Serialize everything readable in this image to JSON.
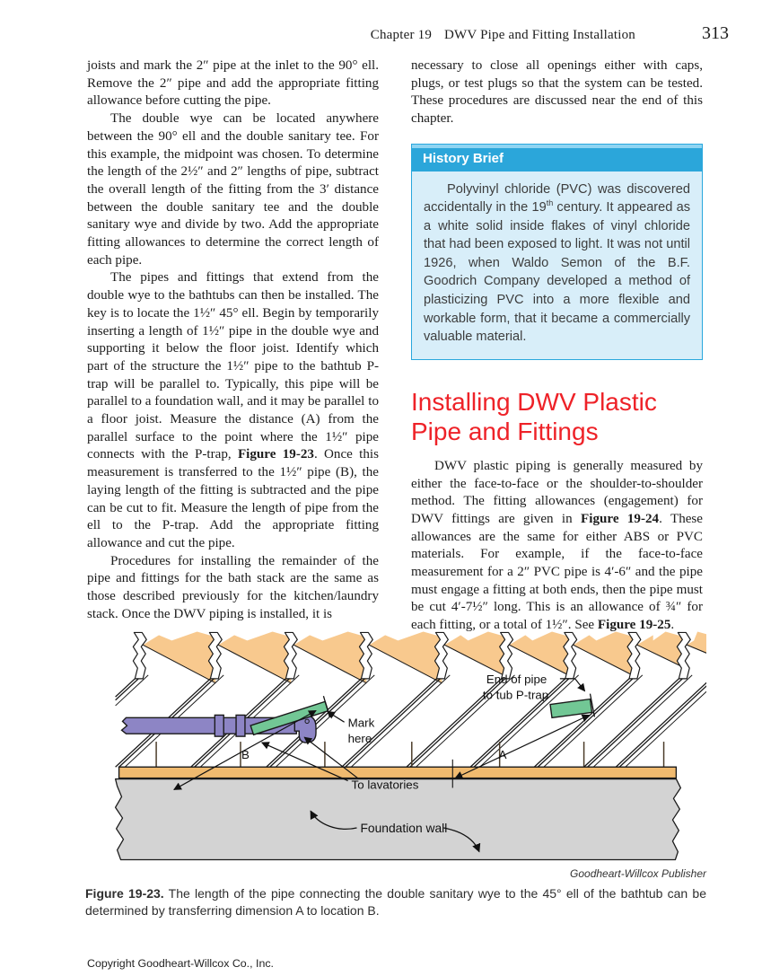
{
  "header": {
    "chapter_label": "Chapter 19",
    "chapter_title": "DWV Pipe and Fitting Installation",
    "page_number": "313"
  },
  "left_column": {
    "p1": "joists and mark the 2″ pipe at the inlet to the 90° ell. Remove the 2″ pipe and add the appropriate fitting allowance before cutting the pipe.",
    "p2": "The double wye can be located anywhere between the 90° ell and the double sanitary tee. For this example, the midpoint was chosen. To determine the length of the 2½″ and 2″ lengths of pipe, subtract the overall length of the fitting from the 3′ distance between the double sanitary tee and the double sanitary wye and divide by two. Add the appropriate fitting allowances to determine the correct length of each pipe.",
    "p3a": "The pipes and fittings that extend from the double wye to the bathtubs can then be installed. The key is to locate the 1½″ 45° ell. Begin by temporarily inserting a length of 1½″ pipe in the double wye and supporting it below the floor joist. Identify which part of the structure the 1½″ pipe to the bathtub P-trap will be parallel to. Typically, this pipe will be parallel to a foundation wall, and it may be parallel to a floor joist. Measure the distance (A) from the parallel surface to the point where the 1½″ pipe connects with the P-trap, ",
    "p3_fig": "Figure 19-23",
    "p3b": ". Once this measurement is transferred to the 1½″ pipe (B), the laying length of the fitting is subtracted and the pipe can be cut to fit. Measure the length of pipe from the ell to the P-trap. Add the appropriate fitting allowance and cut the pipe.",
    "p4": "Procedures for installing the remainder of the pipe and fittings for the bath stack are the same as those described previously for the kitchen/laundry stack. Once the DWV piping is installed, it is"
  },
  "right_column": {
    "p1": "necessary to close all openings either with caps, plugs, or test plugs so that the system can be tested. These procedures are discussed near the end of this chapter.",
    "history": {
      "title": "History Brief",
      "body_a": "Polyvinyl chloride (PVC) was discovered accidentally in the 19",
      "body_sup": "th",
      "body_b": " century. It appeared as a white solid inside flakes of vinyl chloride that had been exposed to light. It was not until 1926, when Waldo Semon of the B.F. Goodrich Company developed a method of plasticizing PVC into a more flexible and workable form, that it became a commercially valuable material."
    },
    "heading": "Installing DWV Plastic Pipe and Fittings",
    "p2a": "DWV plastic piping is generally measured by either the face-to-face or the shoulder-to-shoulder method. The fitting allowances (engagement) for DWV fittings are given in ",
    "p2_fig1": "Figure 19-24",
    "p2b": ". These allowances are the same for either ABS or PVC materials. For example, if the face-to-face measurement for a 2″ PVC pipe is 4′-6″ and the pipe must engage a fitting at both ends, then the pipe must be cut 4′-7½″ long. This is an allowance of ¾″ for each fitting, or a total of 1½″. See ",
    "p2_fig2": "Figure 19-25",
    "p2c": "."
  },
  "figure": {
    "labels": {
      "end_of_pipe_1": "End of pipe",
      "end_of_pipe_2": "to tub P-trap",
      "mark_1": "Mark",
      "mark_2": "here",
      "dim_b": "B",
      "dim_a": "A",
      "to_lavatories": "To lavatories",
      "foundation_wall": "Foundation wall"
    },
    "publisher": "Goodheart-Willcox Publisher",
    "caption_label": "Figure 19-23.",
    "caption_text": " The length of the pipe connecting the double sanitary wye to the 45° ell of the bathtub can be determined by transferring dimension A to location B."
  },
  "footer": {
    "copyright": "Copyright Goodheart-Willcox Co., Inc."
  },
  "colors": {
    "accent_cyan": "#29a7dd",
    "history_bg": "#d8eef9",
    "heading_red": "#ee2228",
    "subfloor_orange": "#f8c98e",
    "sill_orange": "#f0ba6f",
    "pipe_purple": "#8d85c5",
    "pipe_green": "#72c795",
    "foundation_gray": "#d3d3d3"
  }
}
